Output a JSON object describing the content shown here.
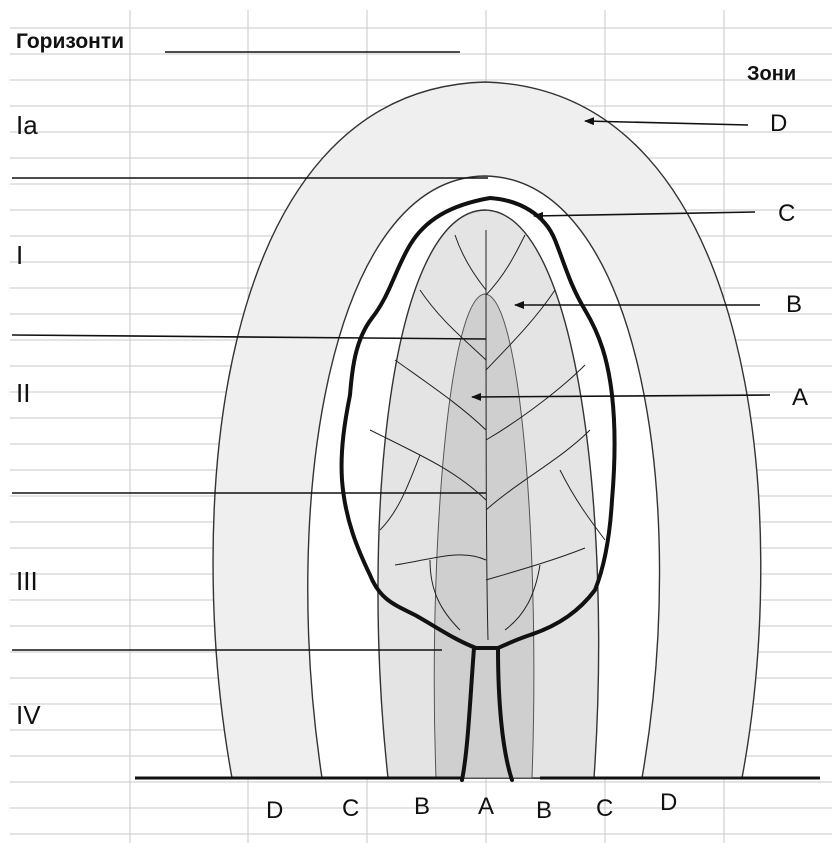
{
  "title": "Горизонти",
  "zones_title": "Зони",
  "horizons": [
    "Іа",
    "І",
    "ІІ",
    "ІІІ",
    "ІV"
  ],
  "zone_labels_right": [
    "D",
    "C",
    "B",
    "A"
  ],
  "bottom_zone_labels": [
    "D",
    "C",
    "B",
    "A",
    "B",
    "C",
    "D"
  ],
  "colors": {
    "zone_d": "#efefef",
    "zone_c": "#ffffff",
    "zone_b": "#e4e4e4",
    "zone_a": "#cfcfcf",
    "outline": "#111111",
    "grid": "#c9c9c9"
  }
}
